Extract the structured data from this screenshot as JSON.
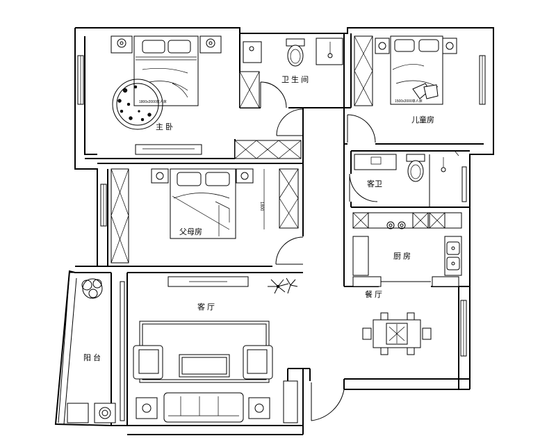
{
  "rooms": {
    "master_bedroom": "主 卧",
    "bathroom": "卫 生 间",
    "kids_room": "儿童房",
    "parents_room": "父母房",
    "guest_bath": "客卫",
    "kitchen": "厨 房",
    "dining": "餐 厅",
    "living": "客 厅",
    "balcony": "阳 台"
  },
  "fixtures": [
    {
      "kind": "bed-icon",
      "room": "master_bedroom"
    },
    {
      "kind": "bed-icon",
      "room": "kids_room"
    },
    {
      "kind": "bed-icon",
      "room": "parents_room"
    },
    {
      "kind": "toilet-icon",
      "room": "bathroom"
    },
    {
      "kind": "toilet-icon",
      "room": "guest_bath"
    },
    {
      "kind": "stove-icon",
      "room": "kitchen"
    },
    {
      "kind": "sink-icon",
      "room": "kitchen"
    },
    {
      "kind": "dining-table-icon",
      "room": "dining"
    },
    {
      "kind": "sofa-icon",
      "room": "living"
    },
    {
      "kind": "plant-icon",
      "room": "living"
    },
    {
      "kind": "washing-machine-icon",
      "room": "balcony"
    }
  ]
}
